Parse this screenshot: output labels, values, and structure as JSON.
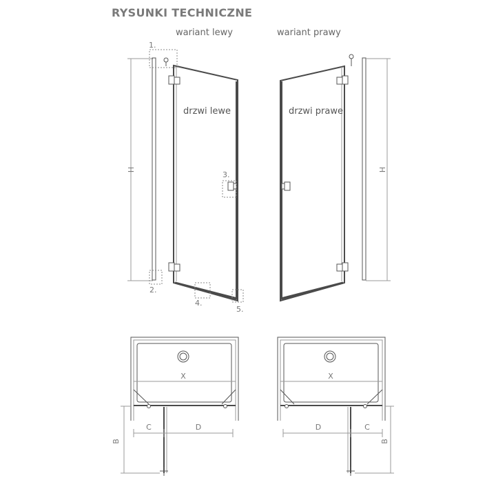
{
  "title": "RYSUNKI TECHNICZNE",
  "variants": {
    "left": "wariant lewy",
    "right": "wariant prawy"
  },
  "doors": {
    "left": "drzwi lewe",
    "right": "drzwi prawe"
  },
  "callouts": {
    "n1": "1.",
    "n2": "2.",
    "n3": "3.",
    "n4": "4.",
    "n5": "5."
  },
  "dimensions": {
    "height": "H",
    "width": "X",
    "c": "C",
    "d": "D",
    "b": "B"
  }
}
